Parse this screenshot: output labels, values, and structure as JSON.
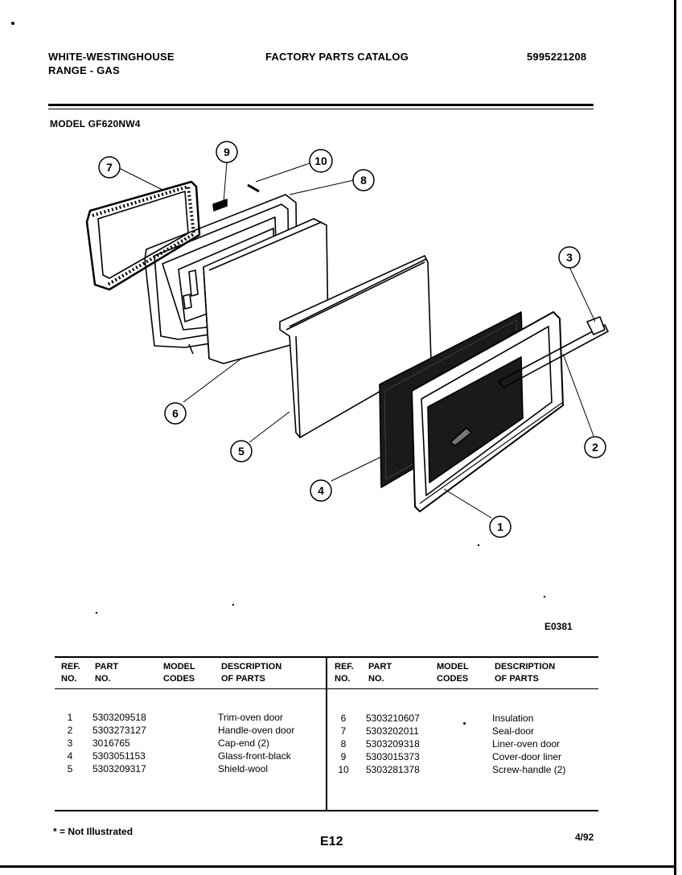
{
  "header": {
    "brand": "WHITE-WESTINGHOUSE",
    "product": "RANGE - GAS",
    "catalog_title": "FACTORY PARTS CATALOG",
    "catalog_number": "5995221208",
    "model": "MODEL GF620NW4"
  },
  "diagram": {
    "drawing_code": "E0381",
    "callouts": [
      "7",
      "9",
      "10",
      "8",
      "3",
      "6",
      "5",
      "2",
      "4",
      "1"
    ]
  },
  "table": {
    "headers": {
      "ref": "REF.",
      "ref2": "NO.",
      "part": "PART",
      "part2": "NO.",
      "model": "MODEL",
      "model2": "CODES",
      "desc": "DESCRIPTION",
      "desc2": "OF PARTS"
    },
    "left_rows": [
      {
        "ref": "1",
        "part": "5303209518",
        "desc": "Trim-oven door"
      },
      {
        "ref": "2",
        "part": "5303273127",
        "desc": "Handle-oven door"
      },
      {
        "ref": "3",
        "part": "3016765",
        "desc": "Cap-end (2)"
      },
      {
        "ref": "4",
        "part": "5303051153",
        "desc": "Glass-front-black"
      },
      {
        "ref": "5",
        "part": "5303209317",
        "desc": "Shield-wool"
      }
    ],
    "right_rows": [
      {
        "ref": "6",
        "part": "5303210607",
        "desc": "Insulation"
      },
      {
        "ref": "7",
        "part": "5303202011",
        "desc": "Seal-door"
      },
      {
        "ref": "8",
        "part": "5303209318",
        "desc": "Liner-oven door"
      },
      {
        "ref": "9",
        "part": "5303015373",
        "desc": "Cover-door liner"
      },
      {
        "ref": "10",
        "part": "5303281378",
        "desc": "Screw-handle (2)"
      }
    ]
  },
  "footer": {
    "note": "* = Not Illustrated",
    "page": "E12",
    "date": "4/92"
  }
}
